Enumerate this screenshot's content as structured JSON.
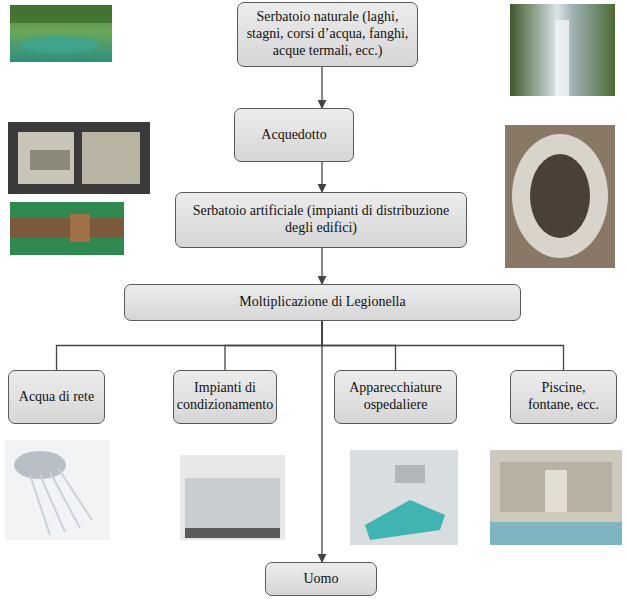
{
  "diagram": {
    "nodes": [
      {
        "text": [
          "Serbatoio naturale (laghi, stagni, corsi d’acqua, fanghi, acque termali, ecc.)"
        ]
      },
      {
        "text": [
          "Acquedotto"
        ]
      },
      {
        "text": [
          "Serbatoio artificiale (impianti di distribuzione degli edifici)"
        ]
      },
      {
        "text": [
          "Moltiplicazione di Legionella"
        ]
      },
      {
        "text": [
          "Acqua di rete"
        ]
      },
      {
        "text": [
          "Impianti di condizionamento"
        ]
      },
      {
        "text": [
          "Apparecchiature ospedaliere"
        ]
      },
      {
        "text": [
          "Piscine, fontane, ecc."
        ]
      },
      {
        "text": [
          "Uomo"
        ]
      }
    ],
    "edges": [
      {
        "from": 0,
        "to": 1,
        "arrow": "to"
      },
      {
        "from": 1,
        "to": 2,
        "arrow": "to"
      },
      {
        "from": 2,
        "to": 3,
        "arrow": "to"
      },
      {
        "from": 3,
        "to": 4,
        "arrow": "none"
      },
      {
        "from": 3,
        "to": 5,
        "arrow": "none"
      },
      {
        "from": 3,
        "to": 6,
        "arrow": "none"
      },
      {
        "from": 3,
        "to": 7,
        "arrow": "none"
      },
      {
        "from": 3,
        "to": 8,
        "arrow": "to"
      }
    ]
  }
}
